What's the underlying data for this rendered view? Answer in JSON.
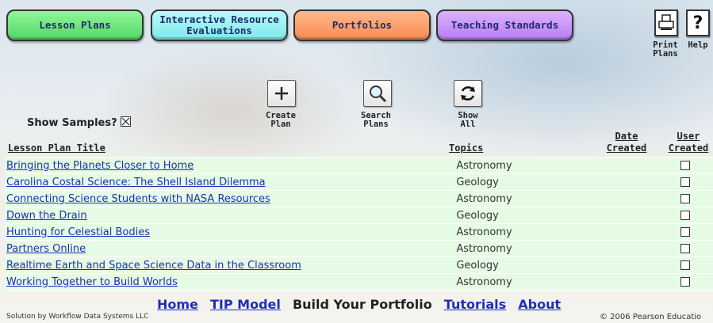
{
  "nav": {
    "lesson_plans": "Lesson Plans",
    "interactive": "Interactive Resource Evaluations",
    "portfolios": "Portfolios",
    "teaching": "Teaching Standards"
  },
  "top_tools": {
    "print_label": "Print Plans",
    "help_label": "Help"
  },
  "tools": {
    "create_label": "Create Plan",
    "search_label": "Search Plans",
    "show_all_label": "Show All"
  },
  "show_samples": {
    "label": "Show Samples?",
    "checked": true
  },
  "table": {
    "headers": {
      "title": "Lesson Plan Title",
      "topics": "Topics",
      "date_created": "Date Created",
      "user_created": "User Created"
    },
    "rows": [
      {
        "title": "Bringing the Planets Closer to Home",
        "topic": "Astronomy"
      },
      {
        "title": "Carolina Costal Science: The Shell Island Dilemma",
        "topic": "Geology"
      },
      {
        "title": "Connecting Science Students with NASA Resources",
        "topic": "Astronomy"
      },
      {
        "title": "Down the Drain",
        "topic": "Geology"
      },
      {
        "title": "Hunting for Celestial Bodies",
        "topic": "Astronomy"
      },
      {
        "title": "Partners Online",
        "topic": "Astronomy"
      },
      {
        "title": "Realtime Earth and Space Science Data in the Classroom",
        "topic": "Geology"
      },
      {
        "title": "Working Together to Build Worlds",
        "topic": "Astronomy"
      }
    ]
  },
  "footer": {
    "home": "Home",
    "tip_model": "TIP Model",
    "current": "Build Your Portfolio",
    "tutorials": "Tutorials",
    "about": "About",
    "credit": "Solution by Workflow Data Systems LLC",
    "copyright": "© 2006 Pearson Educatio"
  },
  "icons": {
    "print": "printer-icon",
    "help": "question-mark-icon",
    "create": "plus-icon",
    "search": "magnifier-icon",
    "show_all": "refresh-icon",
    "samples_check": "checkbox-checked-icon"
  }
}
